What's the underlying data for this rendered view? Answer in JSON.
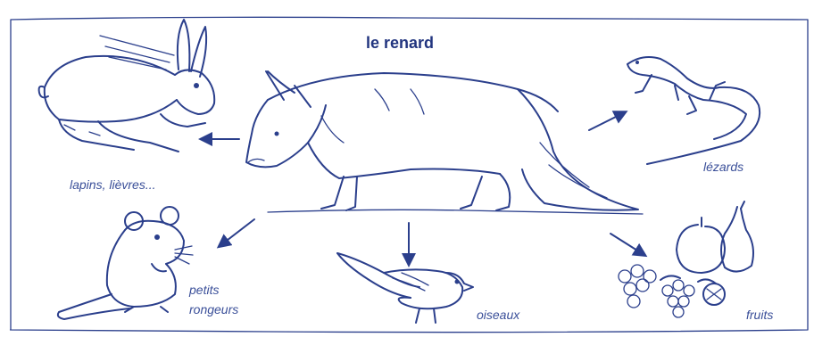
{
  "title": "le renard",
  "prey": {
    "hares": "lapins, lièvres...",
    "lizards": "lézards",
    "rodents_line1": "petits",
    "rodents_line2": "rongeurs",
    "birds": "oiseaux",
    "fruits": "fruits"
  },
  "colors": {
    "ink": "#2b3f8c",
    "label": "#3a4f99",
    "background": "#ffffff"
  }
}
